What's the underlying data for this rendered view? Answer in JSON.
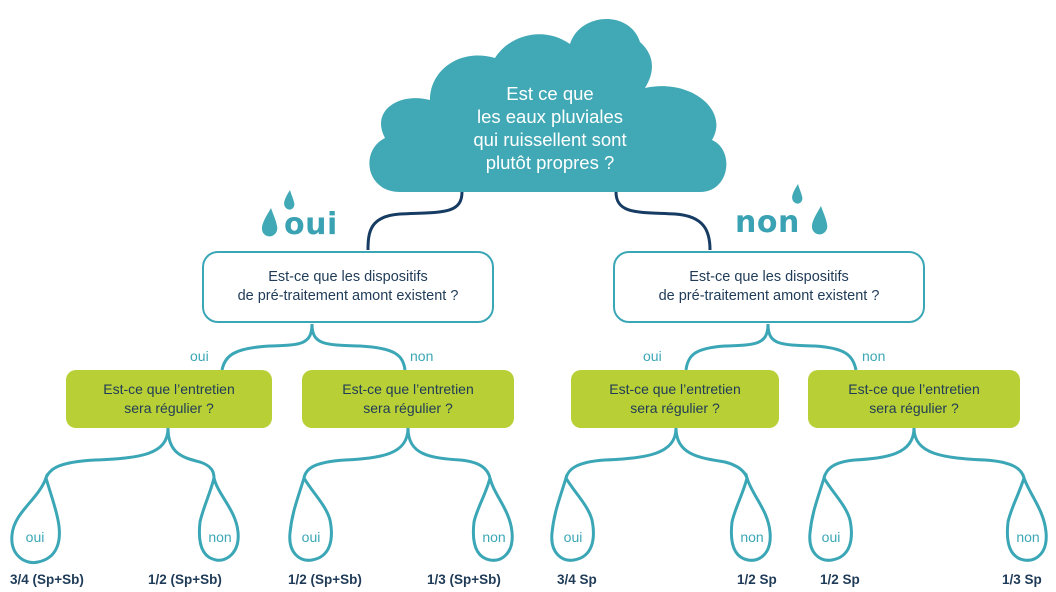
{
  "colors": {
    "teal": "#41a9b6",
    "teal_line": "#3ba7b6",
    "navy": "#1f3b57",
    "dark_connector": "#173c63",
    "green": "#b8cf35"
  },
  "question_root": {
    "lines": [
      "Est ce que",
      "les eaux pluviales",
      "qui ruissellent sont",
      "plutôt propres ?"
    ]
  },
  "branch_left": {
    "label": "oui",
    "question": [
      "Est-ce que les dispositifs",
      "de pré-traitement amont existent ?"
    ],
    "sub_labels": [
      "oui",
      "non"
    ],
    "maintenance": [
      {
        "lines": [
          "Est-ce que l’entretien",
          "sera régulier ?"
        ]
      },
      {
        "lines": [
          "Est-ce que l’entretien",
          "sera régulier ?"
        ]
      }
    ]
  },
  "branch_right": {
    "label": "non",
    "question": [
      "Est-ce que les dispositifs",
      "de pré-traitement amont existent ?"
    ],
    "sub_labels": [
      "oui",
      "non"
    ],
    "maintenance": [
      {
        "lines": [
          "Est-ce que l’entretien",
          "sera régulier ?"
        ]
      },
      {
        "lines": [
          "Est-ce que l’entretien",
          "sera régulier ?"
        ]
      }
    ]
  },
  "drop_labels": [
    "oui",
    "non",
    "oui",
    "non",
    "oui",
    "non",
    "oui",
    "non"
  ],
  "results": [
    "3/4 (Sp+Sb)",
    "1/2 (Sp+Sb)",
    "1/2 (Sp+Sb)",
    "1/3 (Sp+Sb)",
    "3/4 Sp",
    "1/2 Sp",
    "1/2 Sp",
    "1/3 Sp"
  ],
  "icons": {
    "raindrop": "raindrop-icon",
    "cloud": "cloud-shape"
  }
}
